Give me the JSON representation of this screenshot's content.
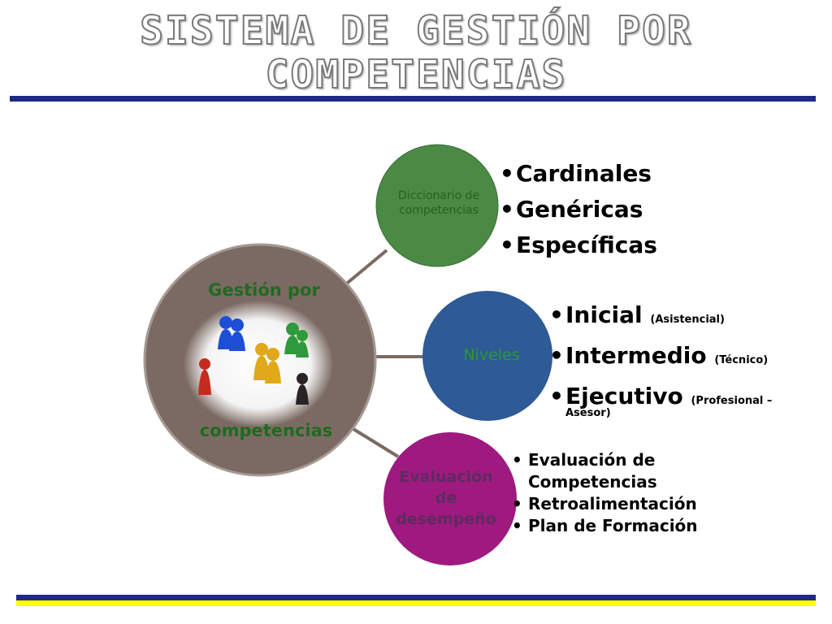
{
  "title": {
    "line1": "SISTEMA DE GESTIÓN POR",
    "line2": "COMPETENCIAS"
  },
  "center": {
    "label_top": "Gestión por",
    "label_bottom": "competencias",
    "image": "group-of-people-figurines"
  },
  "nodes": {
    "diccionario": {
      "label": "Diccionario de competencias",
      "items": [
        "Cardinales",
        "Genéricas",
        "Específicas"
      ]
    },
    "niveles": {
      "label": "Niveles",
      "items": [
        {
          "main": "Inicial",
          "note": "(Asistencial)"
        },
        {
          "main": "Intermedio",
          "note": "(Técnico)"
        },
        {
          "main": "Ejecutivo",
          "note": "(Profesional –",
          "note2": "Asesor)"
        }
      ]
    },
    "evaluacion": {
      "label_line1": "Evaluación",
      "label_line2": "de",
      "label_line3": "desempeño",
      "items": [
        {
          "line1": "Evaluación de",
          "line2": "Competencias"
        },
        {
          "line1": "Retroalimentación"
        },
        {
          "line1": "Plan de Formación"
        }
      ]
    }
  },
  "colors": {
    "center_circle": "#7b6a63",
    "diccionario_circle": "#4a8a45",
    "niveles_circle": "#2e5a95",
    "evaluacion_circle": "#9e1a7f",
    "bar_blue": "#1f2a86",
    "bar_yellow": "#ffff00"
  }
}
